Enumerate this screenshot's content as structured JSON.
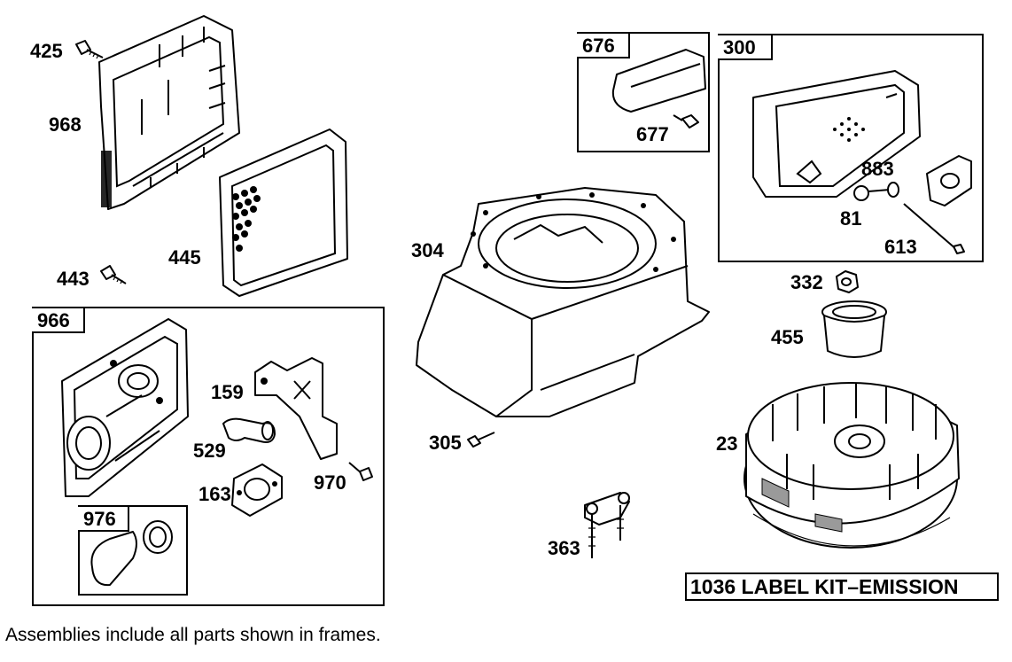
{
  "footnote": "Assemblies include all parts shown in frames.",
  "kit_label": "1036 LABEL KIT–EMISSION",
  "frames": {
    "f966": "966",
    "f976": "976",
    "f676": "676",
    "f300": "300"
  },
  "parts": {
    "p425": "425",
    "p968": "968",
    "p445": "445",
    "p443": "443",
    "p159": "159",
    "p529": "529",
    "p163": "163",
    "p970": "970",
    "p304": "304",
    "p305": "305",
    "p363": "363",
    "p677": "677",
    "p883": "883",
    "p81": "81",
    "p613": "613",
    "p332": "332",
    "p455": "455",
    "p23": "23"
  }
}
